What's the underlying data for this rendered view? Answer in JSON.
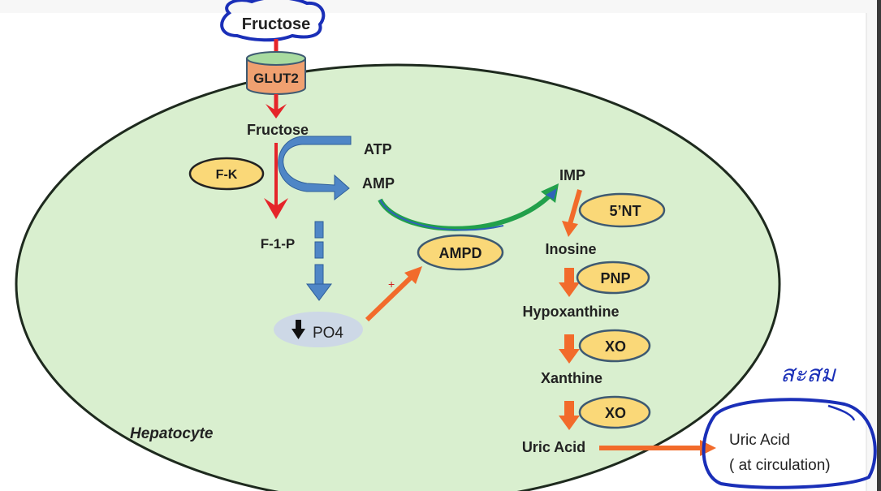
{
  "diagram": {
    "title": "Fructose metabolism and uric acid production in hepatocyte",
    "cell_label": "Hepatocyte",
    "extracellular_input": "Fructose",
    "transporter": "GLUT2",
    "metabolites": {
      "fructose_in": "Fructose",
      "atp": "ATP",
      "amp": "AMP",
      "f1p": "F-1-P",
      "po4": "PO4",
      "imp": "IMP",
      "inosine": "Inosine",
      "hypoxanthine": "Hypoxanthine",
      "xanthine": "Xanthine",
      "uric_acid": "Uric Acid"
    },
    "enzymes": {
      "fk": "F-K",
      "ampd": "AMPD",
      "nt5": "5’NT",
      "pnp": "PNP",
      "xo1": "XO",
      "xo2": "XO"
    },
    "activation_sign": "+",
    "po4_direction": "decrease",
    "output": {
      "line1": "Uric Acid",
      "line2": "( at circulation)"
    },
    "handwritten_note": "สะสม"
  },
  "colors": {
    "cell_fill": "#d9efcf",
    "enzyme_fill": "#fad878",
    "enzyme_stroke": "#3e5a72",
    "red_arrow": "#e5252a",
    "orange_arrow": "#f26b2b",
    "blue_arrow": "#4f86c6",
    "green_arrow": "#22a04b",
    "pen_blue": "#1a2fb8",
    "glut_fill": "#f0a070",
    "po4_fill": "#cdd8e6"
  }
}
